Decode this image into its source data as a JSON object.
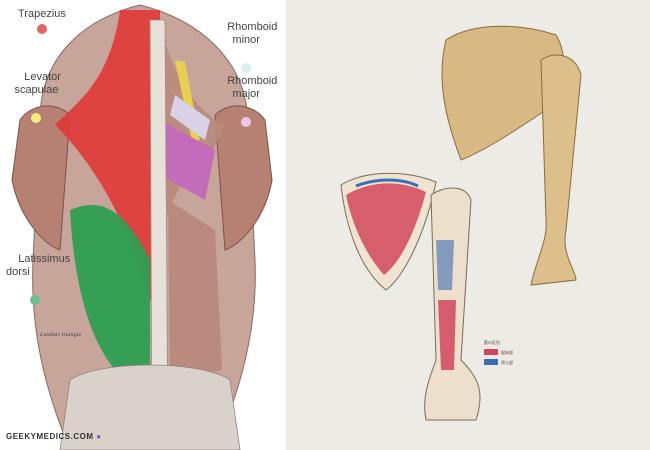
{
  "left_legend": [
    {
      "label": "Trapezius",
      "color": "#e46464"
    },
    {
      "label": "Rhomboid\nminor",
      "color": "#d7efef"
    },
    {
      "label": "Levator\nscapulae",
      "color": "#f3ef7a"
    },
    {
      "label": "Rhomboid\nmajor",
      "color": "#f0c6e6"
    },
    {
      "label": "Latissimus\ndorsi",
      "color": "#6cc28a"
    }
  ],
  "left_annotations": {
    "lumbar_triangle": "Lumbar triangle"
  },
  "credit": "GEEKYMEDICS.COM",
  "right_annotations": {
    "legend_title": "筋の区別",
    "legend_red": "起始部",
    "legend_blue": "停止部"
  }
}
